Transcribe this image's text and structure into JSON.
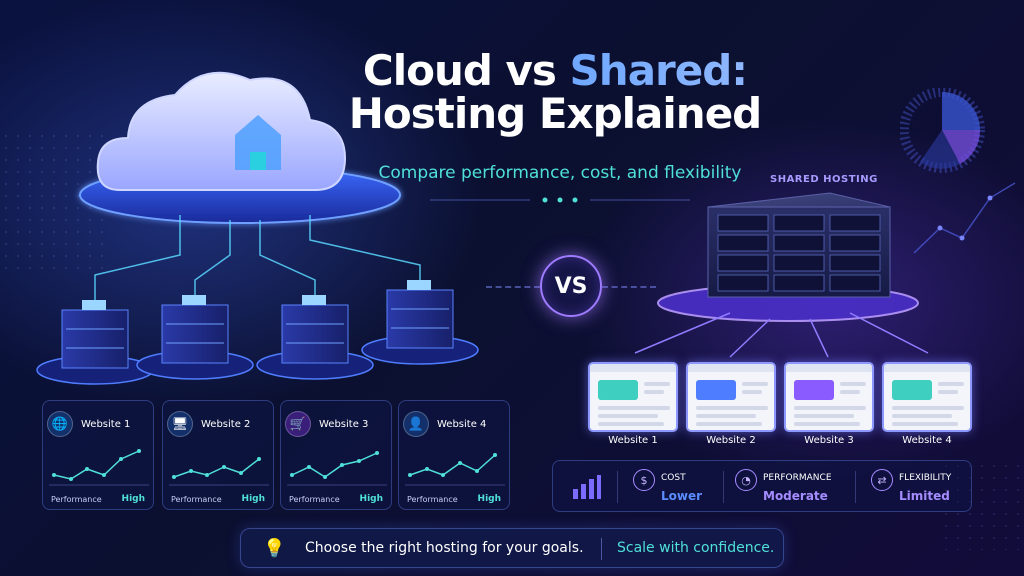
{
  "title": {
    "part1": "Cloud vs ",
    "part_accent": "Shared:",
    "line2": "Hosting Explained"
  },
  "subtitle": "Compare performance, cost, and flexibility",
  "vs_label": "VS",
  "cloud_sites": [
    {
      "label": "Website 1",
      "icon": "globe-icon",
      "icon_glyph": "🌐",
      "metric": "Performance",
      "level": "High"
    },
    {
      "label": "Website 2",
      "icon": "monitor-icon",
      "icon_glyph": "🖥",
      "metric": "Performance",
      "level": "High"
    },
    {
      "label": "Website 3",
      "icon": "cart-icon",
      "icon_glyph": "🛒",
      "metric": "Performance",
      "level": "High"
    },
    {
      "label": "Website 4",
      "icon": "user-icon",
      "icon_glyph": "👤",
      "metric": "Performance",
      "level": "High"
    }
  ],
  "shared": {
    "label": "SHARED HOSTING",
    "sites": [
      "Website 1",
      "Website 2",
      "Website 3",
      "Website 4"
    ],
    "stats": [
      {
        "title": "COST",
        "value": "Lower",
        "icon": "dollar-icon",
        "glyph": "$"
      },
      {
        "title": "PERFORMANCE",
        "value": "Moderate",
        "icon": "gauge-icon",
        "glyph": "◔"
      },
      {
        "title": "FLEXIBILITY",
        "value": "Limited",
        "icon": "arrows-icon",
        "glyph": "⇄"
      }
    ]
  },
  "bottom": {
    "text": "Choose the right hosting for your goals.",
    "text2": "Scale with confidence.",
    "icon": "lightbulb-icon"
  },
  "colors": {
    "teal": "#4fe0d8",
    "violet": "#9f7bff",
    "blue": "#5b8cff",
    "bg": "#0b1030"
  }
}
